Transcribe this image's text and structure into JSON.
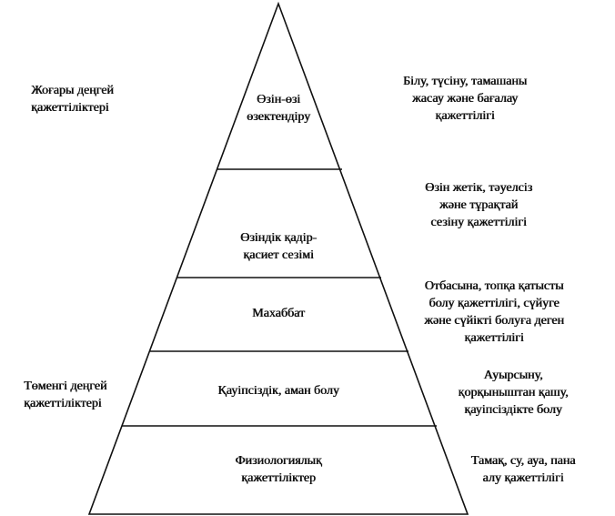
{
  "side_labels": {
    "top": [
      "Жоғары деңгей",
      "қажеттіліктері"
    ],
    "bottom": [
      "Төменгі деңгей",
      "қажеттіліктері"
    ]
  },
  "levels": [
    {
      "name": [
        "Өзін-өзі",
        "өзектендіру"
      ],
      "description": [
        "Білу, түсіну, тамашаны",
        "жасау және бағалау",
        "қажеттілігі"
      ]
    },
    {
      "name": [
        "Өзіндік қадір-",
        "қасиет сезімі"
      ],
      "description": [
        "Өзін жетік, тәуелсіз",
        "және тұрақтай",
        "сезіну қажеттілігі"
      ]
    },
    {
      "name": [
        "Махаббат"
      ],
      "description": [
        "Отбасына, топқа қатысты",
        "болу қажеттілігі, сүйуге",
        "және сүйікті болуға деген",
        "қажеттілігі"
      ]
    },
    {
      "name": [
        "Қауіпсіздік, аман болу"
      ],
      "description": [
        "Ауырсыну,",
        "қорқыныштан қашу,",
        "қауіпсіздікте болу"
      ]
    },
    {
      "name": [
        "Физиологиялық",
        "қажеттіліктер"
      ],
      "description": [
        "Тамақ, су, ауа, пана",
        "алу қажеттілігі"
      ]
    }
  ]
}
